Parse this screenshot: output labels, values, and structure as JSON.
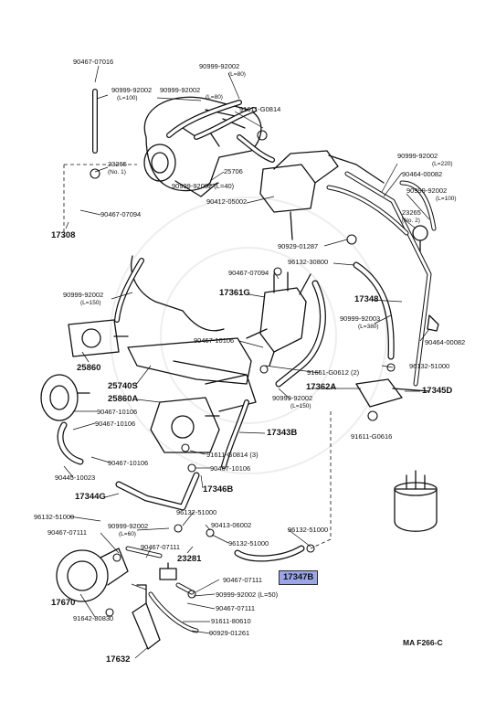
{
  "diagram": {
    "code": "MA F266-C",
    "highlighted_part": "17347B",
    "labels": {
      "p90467_07016": "90467-07016",
      "p90999_92002_a": "90999-92002",
      "p90999_92002_a_len": "(L=100)",
      "p90999_92002_b": "90999-92002",
      "p90999_92002_b_len": "(L=80)",
      "p90999_92002_top": "90999-92002",
      "p90999_92002_top_len": "(L=80)",
      "p91611_g0814": "91611-G0814",
      "p23265_1": "23265",
      "p23265_1_no": "(No. 1)",
      "p25706": "25706",
      "p90999_92002_c": "90999-92002 (L=40)",
      "p90412_05002": "90412-05002",
      "p90467_07094_a": "90467-07094",
      "p17308": "17308",
      "p90999_92002_d": "90999-92002",
      "p90999_92002_d_len": "(L=220)",
      "p90464_00082_a": "90464-00082",
      "p90999_92002_e": "90999-92002",
      "p90999_92002_e_len": "(L=100)",
      "p23265_2": "23265",
      "p23265_2_no": "(No. 2)",
      "p90929_01287": "90929-01287",
      "p96132_30800": "96132-30800",
      "p90467_07094_b": "90467-07094",
      "p90999_92002_f": "90999-92002",
      "p90999_92002_f_len": "(L=150)",
      "p17361g": "17361G",
      "p17348": "17348",
      "p90999_92003": "90999-92003",
      "p90999_92003_len": "(L=380)",
      "p90464_00082_b": "90464-00082",
      "p90467_10106_a": "90467-10106",
      "p25860": "25860",
      "p25740s": "25740S",
      "p91651_g0612": "91651-G0612 (2)",
      "p96132_51000_a": "96132-51000",
      "p17362a": "17362A",
      "p17345d": "17345D",
      "p90999_92002_g": "90999-92002",
      "p90999_92002_g_len": "(L=150)",
      "p25860a": "25860A",
      "p90467_10106_b": "90467-10106",
      "p90467_10106_c": "90467-10106",
      "p17343b": "17343B",
      "p91611_g0616": "91611-G0616",
      "p91611_g0814_3": "91611-G0814 (3)",
      "p90467_10106_d": "90467-10106",
      "p90467_10106_e": "90467-10106",
      "p90445_10023": "90445-10023",
      "p17344g": "17344G",
      "p17346b": "17346B",
      "p96132_51000_b": "96132-51000",
      "p96132_51000_c": "96132-51000",
      "p90999_92002_h": "90999-92002",
      "p90999_92002_h_len": "(L=60)",
      "p90413_06002": "90413-06002",
      "p96132_51000_d": "96132-51000",
      "p90467_07111_a": "90467-07111",
      "p90467_07111_b": "90467-07111",
      "p96132_51000_e": "96132-51000",
      "p23281": "23281",
      "p90467_07111_c": "90467-07111",
      "p17347b": "17347B",
      "p17670": "17670",
      "p90999_92002_i": "90999-92002 (L=50)",
      "p90467_07111_d": "90467-07111",
      "p91642_80830": "91642-80830",
      "p91611_80610": "91611-80610",
      "p17632": "17632",
      "p90929_01261": "90929-01261"
    }
  }
}
